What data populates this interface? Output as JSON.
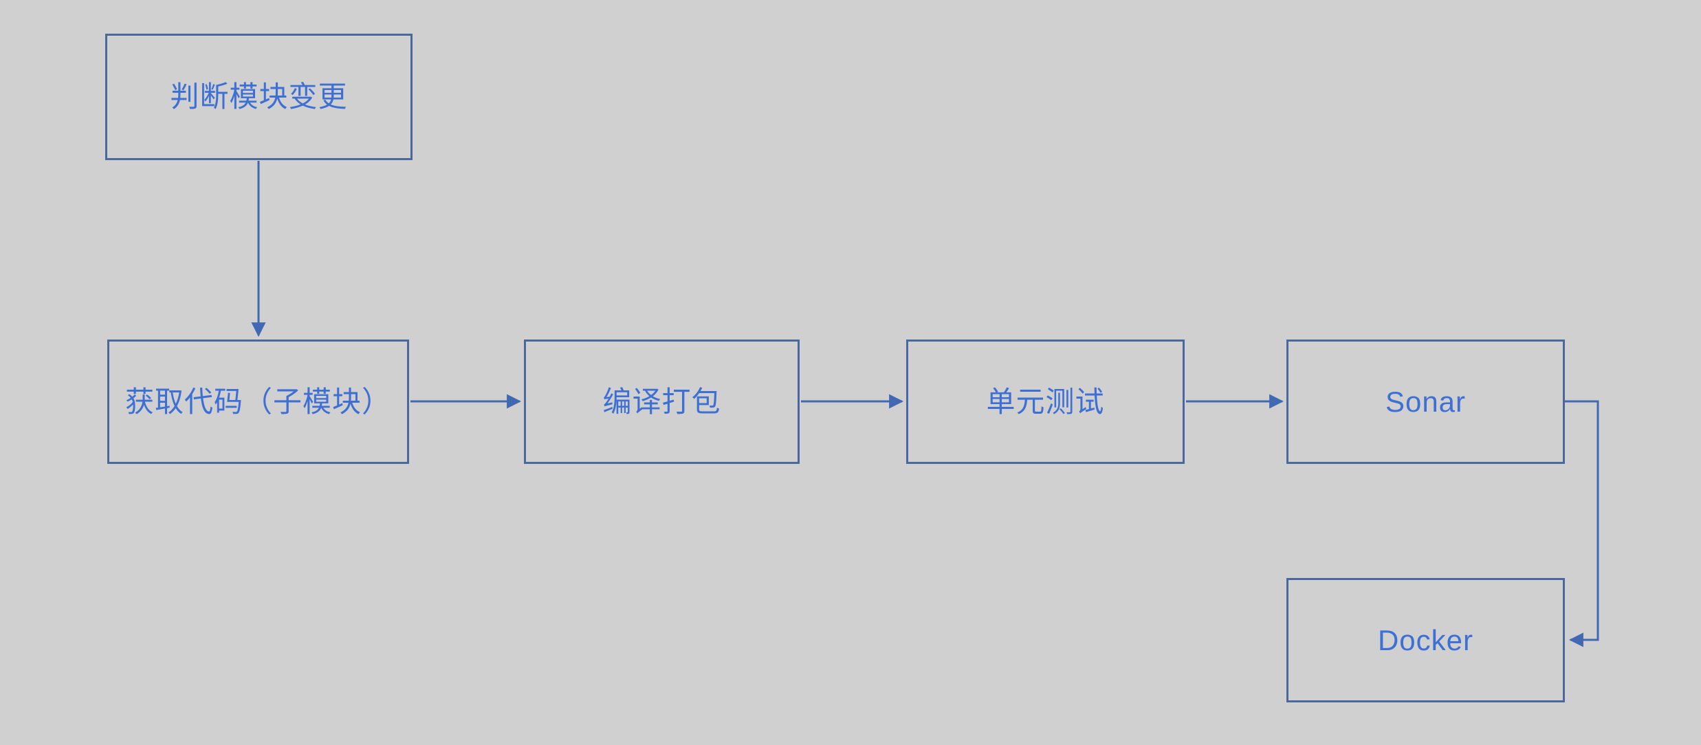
{
  "diagram": {
    "title": "CI pipeline flowchart",
    "colors": {
      "background": "#d0d0d0",
      "box_border": "#49699c",
      "text": "#3e6fd4",
      "arrow": "#4169b2"
    },
    "nodes": [
      {
        "id": "judge-module-change",
        "label": "判断模块变更"
      },
      {
        "id": "fetch-code-submodule",
        "label": "获取代码（子模块）"
      },
      {
        "id": "compile-package",
        "label": "编译打包"
      },
      {
        "id": "unit-test",
        "label": "单元测试"
      },
      {
        "id": "sonar",
        "label": "Sonar"
      },
      {
        "id": "docker",
        "label": "Docker"
      }
    ],
    "edges": [
      {
        "from": "判断模块变更",
        "to": "获取代码（子模块）",
        "direction": "down"
      },
      {
        "from": "获取代码（子模块）",
        "to": "编译打包",
        "direction": "right"
      },
      {
        "from": "编译打包",
        "to": "单元测试",
        "direction": "right"
      },
      {
        "from": "单元测试",
        "to": "Sonar",
        "direction": "right"
      },
      {
        "from": "Sonar",
        "to": "Docker",
        "direction": "right-down-left"
      }
    ]
  }
}
